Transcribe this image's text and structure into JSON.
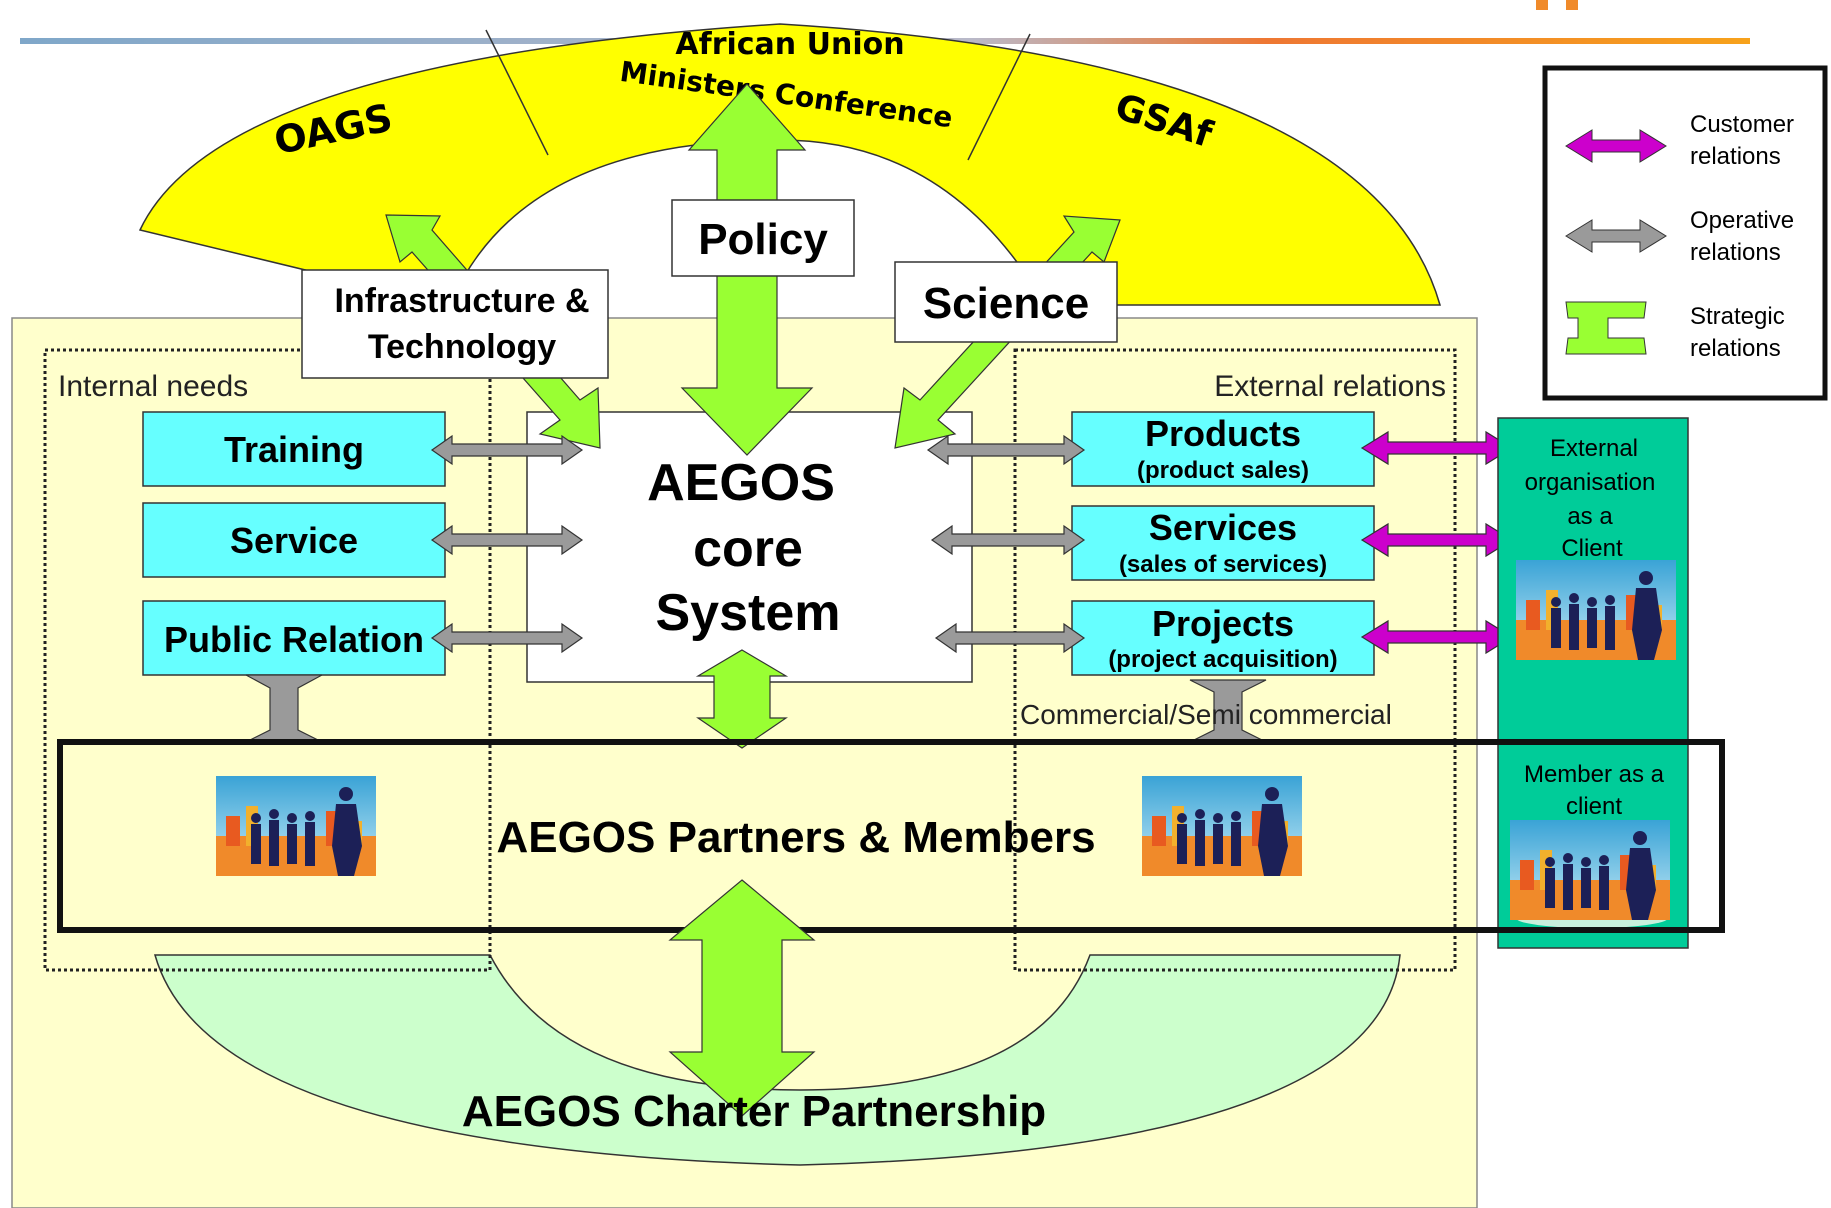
{
  "top_arc": {
    "left": "OAGS",
    "center_line1": "African Union",
    "center_line2": "Ministers Conference",
    "right": "GSAf"
  },
  "flows": {
    "policy": "Policy",
    "infrastructure_line1": "Infrastructure &",
    "infrastructure_line2": "Technology",
    "science": "Science"
  },
  "core": {
    "line1": "AEGOS",
    "line2": "core",
    "line3": "System"
  },
  "internal": {
    "title": "Internal needs",
    "items": [
      "Training",
      "Service",
      "Public Relation"
    ]
  },
  "external": {
    "title": "External relations",
    "items": [
      {
        "label": "Products",
        "sub": "(product sales)"
      },
      {
        "label": "Services",
        "sub": "(sales of services)"
      },
      {
        "label": "Projects",
        "sub": "(project acquisition)"
      }
    ],
    "commercial": "Commercial/Semi commercial"
  },
  "clients": {
    "external_line1": "External",
    "external_line2": "organisation",
    "external_line3": "as a",
    "external_line4": "Client",
    "member_line1": "Member as a",
    "member_line2": "client"
  },
  "partners": "AEGOS Partners & Members",
  "charter": "AEGOS Charter Partnership",
  "legend": {
    "customer_line1": "Customer",
    "customer_line2": "relations",
    "operative_line1": "Operative",
    "operative_line2": "relations",
    "strategic_line1": "Strategic",
    "strategic_line2": "relations"
  },
  "colors": {
    "yellow": "#ffff00",
    "pale_yellow": "#ffffcc",
    "cyan": "#66ffff",
    "teal": "#00cc99",
    "green_arrow": "#99ff33",
    "grey_arrow": "#999999",
    "magenta_arrow": "#cc00cc",
    "pale_green": "#ccffcc"
  }
}
